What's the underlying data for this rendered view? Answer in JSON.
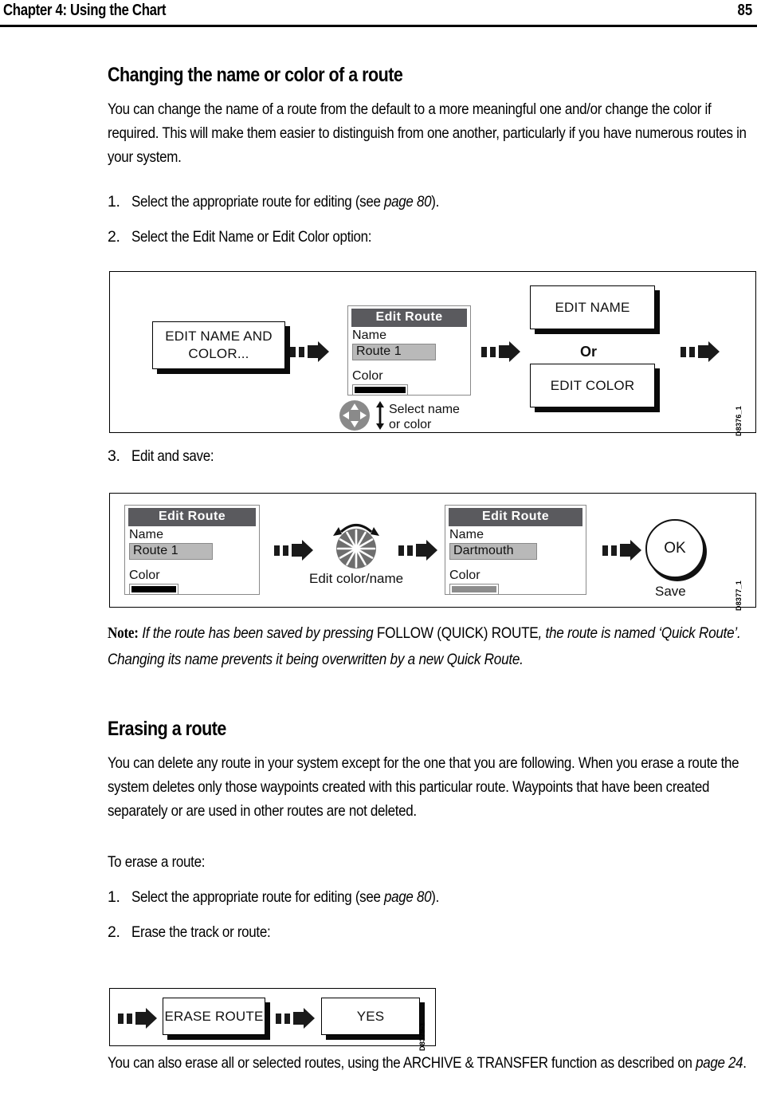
{
  "header": {
    "chapter": "Chapter 4: Using the Chart",
    "page_number": "85"
  },
  "sections": [
    {
      "title": "Changing the name or color of a route",
      "intro": "You can change the name of a route from the default to a more meaningful one and/or change the color if required. This will make them easier to distinguish from one another, particularly if you have numerous routes in your system.",
      "steps": [
        {
          "num": "1.",
          "text_before": "Select the appropriate route for editing (see ",
          "link": "page 80",
          "text_after": ")."
        },
        {
          "num": "2.",
          "text_before": "Select the Edit Name or Edit Color option:",
          "link": "",
          "text_after": ""
        },
        {
          "num": "3.",
          "text_before": "Edit and save:",
          "link": "",
          "text_after": ""
        }
      ]
    },
    {
      "title": "Erasing a route",
      "intro": "You can delete any route in your system except for the one that you are following. When you erase a route the system deletes only those waypoints created with this particular route. Waypoints that have been created separately or are used in other routes are not deleted.",
      "lead_in": "To erase a route:",
      "steps": [
        {
          "num": "1.",
          "text_before": "Select the appropriate route for editing (see ",
          "link": "page 80",
          "text_after": ")."
        },
        {
          "num": "2.",
          "text_before": "Erase the track or route:",
          "link": "",
          "text_after": ""
        }
      ]
    }
  ],
  "note": {
    "label": "Note:",
    "part1": " If the route has been saved by pressing ",
    "upright": "FOLLOW (QUICK) ROUTE",
    "part2": ", the route is named ‘Quick Route’. Changing its name prevents it being overwritten by a new Quick Route."
  },
  "closing": {
    "text_before": "You can also erase all or selected routes, using the ARCHIVE & TRANSFER function as described on ",
    "link": "page 24",
    "text_after": "."
  },
  "figures": [
    {
      "id": "D8376_1",
      "name": "edit-name-color-flow",
      "buttons": {
        "edit_name_and_color": "EDIT NAME AND COLOR...",
        "edit_name": "EDIT NAME",
        "edit_color": "EDIT COLOR",
        "or": "Or"
      },
      "lcd": {
        "title": "Edit Route",
        "name_label": "Name",
        "name_value": "Route 1",
        "color_label": "Color",
        "color_value": "#000000"
      },
      "caption": {
        "line1": "Select name",
        "line2": "or color"
      }
    },
    {
      "id": "D8377_1",
      "name": "edit-and-save-flow",
      "lcd_before": {
        "title": "Edit Route",
        "name_label": "Name",
        "name_value": "Route 1",
        "color_label": "Color",
        "color_value": "#000000"
      },
      "lcd_after": {
        "title": "Edit Route",
        "name_label": "Name",
        "name_value": "Dartmouth",
        "color_label": "Color",
        "color_value": "#8c8c8c"
      },
      "knob_caption": "Edit color/name",
      "ok_key": "OK",
      "ok_caption": "Save"
    },
    {
      "id": "D8379-1",
      "name": "erase-route-flow",
      "buttons": {
        "erase_route": "ERASE ROUTE",
        "yes": "YES"
      }
    }
  ],
  "icons": {
    "arrow": "press-key-arrow-icon",
    "dpad": "dpad-icon",
    "knob": "rotary-knob-icon",
    "updown": "up-down-arrow-icon"
  },
  "colors": {
    "lcd_title_bg": "#5a5a5e",
    "lcd_field_bg": "#b9b9b9",
    "lcd_border": "#8a8a8a",
    "knob_gray": "#6e6e6e",
    "dpad_gray": "#8a8a8a"
  }
}
